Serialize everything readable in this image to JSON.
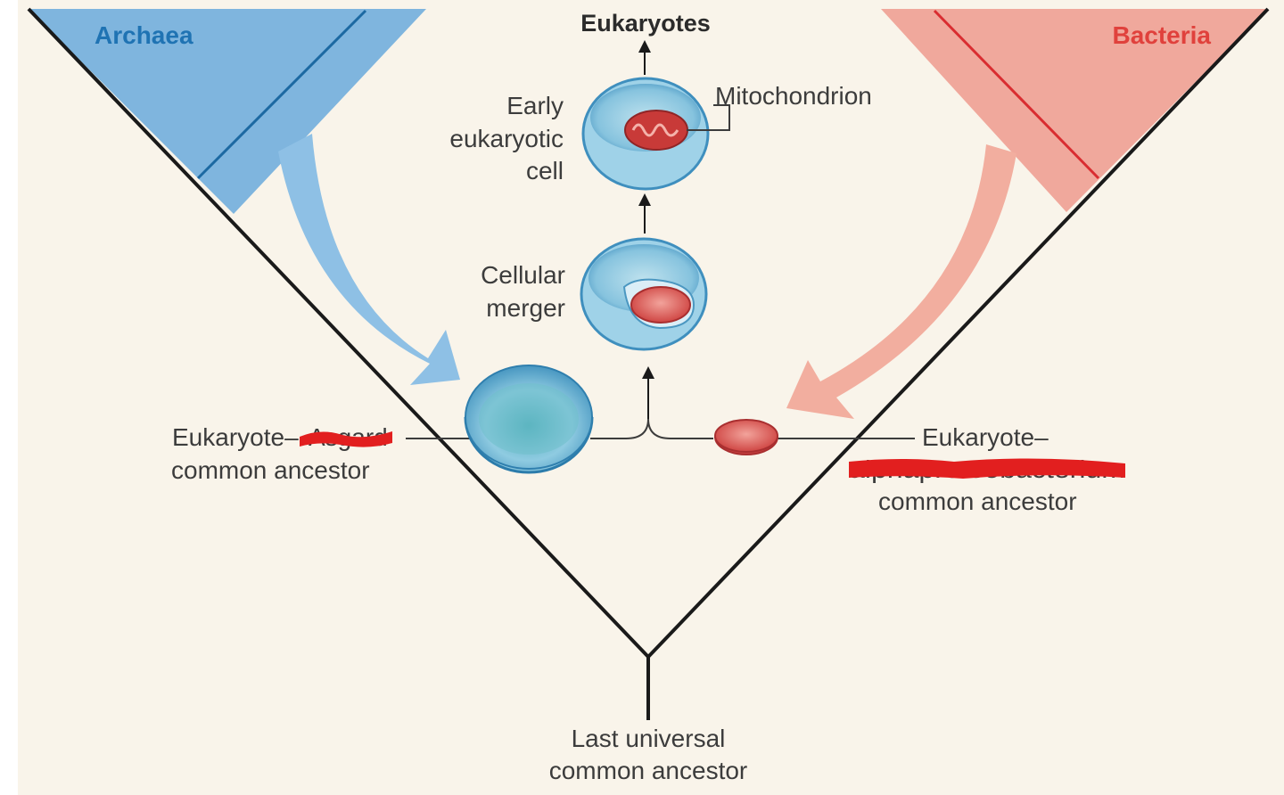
{
  "diagram": {
    "title": "Eukaryotes",
    "domains": {
      "archaea": "Archaea",
      "bacteria": "Bacteria"
    },
    "stages": {
      "early_cell": [
        "Early",
        "eukaryotic",
        "cell"
      ],
      "merger": [
        "Cellular",
        "merger"
      ]
    },
    "mitochondrion": "Mitochondrion",
    "ancestors": {
      "archaea_side": {
        "line1": "Eukaryote–",
        "line2": "common ancestor",
        "redacted_fragment": "Asgard"
      },
      "bacteria_side": {
        "line1": "Eukaryote–",
        "line2": "common ancestor",
        "redacted_fragment": "alphaproteobacterium"
      }
    },
    "luca": [
      "Last universal",
      "common ancestor"
    ],
    "colors": {
      "background": "#f9f4ea",
      "archaea_fill": "#7fb5de",
      "archaea_line": "#1c69a2",
      "archaea_text": "#1f73b3",
      "bacteria_fill": "#f0a89c",
      "bacteria_line": "#d92d31",
      "bacteria_text": "#e0413c",
      "tree_line": "#1a1a1a",
      "redaction": "#e21f1f"
    }
  }
}
